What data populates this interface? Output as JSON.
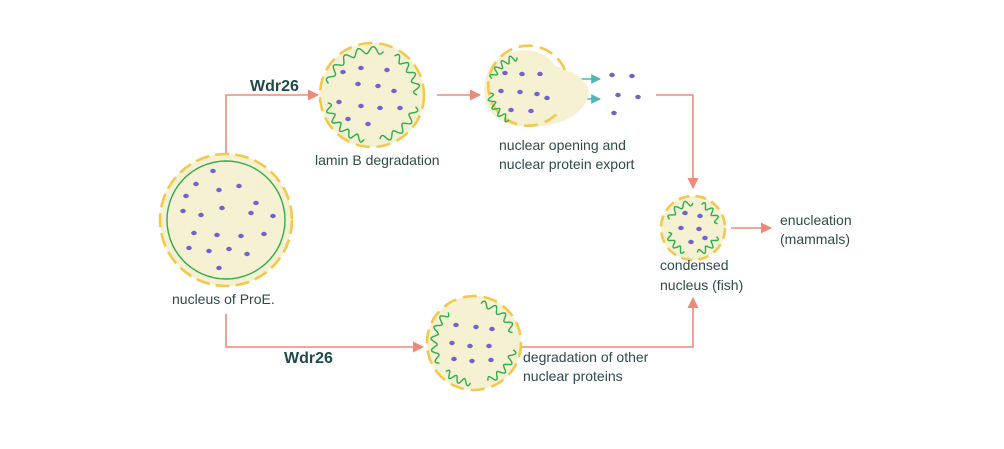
{
  "labels": {
    "wdr26_top": "Wdr26",
    "wdr26_bottom": "Wdr26",
    "lamin": "lamin B degradation",
    "opening_line1": "nuclear opening and",
    "opening_line2": "nuclear protein export",
    "proe": "nucleus of ProE.",
    "condensed_line1": "condensed",
    "condensed_line2": "nucleus (fish)",
    "enucleation_line1": "enucleation",
    "enucleation_line2": "(mammals)",
    "degradation_line1": "degradation of other",
    "degradation_line2": "nuclear proteins"
  },
  "colors": {
    "nucleus_fill": "#f7f1d4",
    "nucleus_border": "#f2c94c",
    "chromatin": "#2eae4a",
    "protein": "#6f64c8",
    "arrow": "#ef8a7a",
    "export_arrow": "#4fb5b5",
    "text": "#2e4a4f"
  }
}
